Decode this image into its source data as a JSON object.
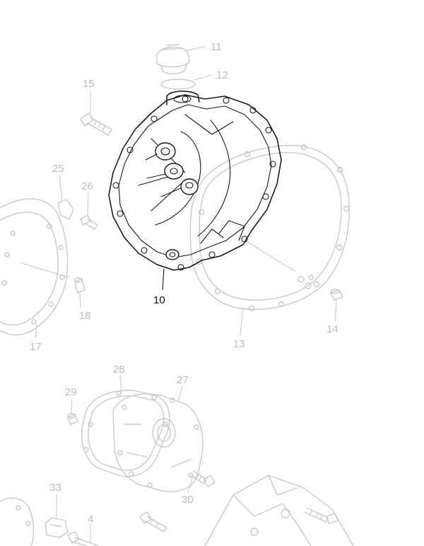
{
  "diagram": {
    "callouts": [
      {
        "id": "c11",
        "text": "11",
        "highlighted": false
      },
      {
        "id": "c12",
        "text": "12",
        "highlighted": false
      },
      {
        "id": "c15",
        "text": "15",
        "highlighted": false
      },
      {
        "id": "c25",
        "text": "25",
        "highlighted": false
      },
      {
        "id": "c26",
        "text": "26",
        "highlighted": false
      },
      {
        "id": "c10",
        "text": "10",
        "highlighted": true
      },
      {
        "id": "c18",
        "text": "18",
        "highlighted": false
      },
      {
        "id": "c17",
        "text": "17",
        "highlighted": false
      },
      {
        "id": "c13",
        "text": "13",
        "highlighted": false
      },
      {
        "id": "c14",
        "text": "14",
        "highlighted": false
      },
      {
        "id": "c28",
        "text": "28",
        "highlighted": false
      },
      {
        "id": "c27",
        "text": "27",
        "highlighted": false
      },
      {
        "id": "c29",
        "text": "29",
        "highlighted": false
      },
      {
        "id": "c30",
        "text": "30",
        "highlighted": false
      },
      {
        "id": "c33",
        "text": "33",
        "highlighted": false
      },
      {
        "id": "c4",
        "text": "4",
        "highlighted": false
      }
    ],
    "colors": {
      "highlight": "#1a1a1a",
      "faded": "#c9c9c9",
      "background": "#ffffff"
    }
  }
}
